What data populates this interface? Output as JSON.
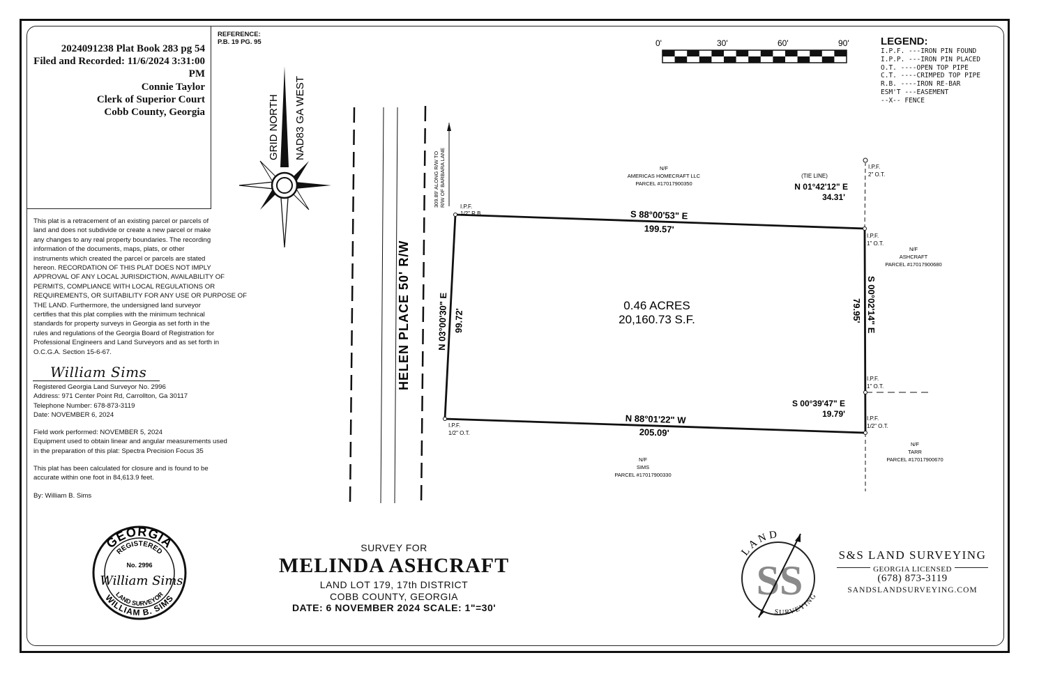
{
  "recording": {
    "line1": "2024091238 Plat Book 283 pg 54",
    "line2": "Filed and Recorded: 11/6/2024 3:31:00",
    "line3": "PM",
    "line4": "Connie Taylor",
    "line5": "Clerk of Superior Court",
    "line6": "Cobb County, Georgia"
  },
  "reference": {
    "label": "REFERENCE:",
    "value": "P.B. 19 PG. 95"
  },
  "north_arrow": {
    "left_label": "GRID NORTH",
    "right_label": "NAD83 GA WEST"
  },
  "scale_bar": {
    "labels": [
      "0'",
      "30'",
      "60'",
      "90'"
    ]
  },
  "legend": {
    "title": "LEGEND:",
    "items": [
      "I.P.F. ---IRON PIN FOUND",
      "I.P.P. ---IRON PIN PLACED",
      "O.T. ----OPEN TOP PIPE",
      "C.T. ----CRIMPED TOP PIPE",
      "R.B. ----IRON RE-BAR",
      "ESM'T ---EASEMENT",
      "--X--     FENCE"
    ]
  },
  "certification": {
    "paragraph": [
      "This plat is a retracement of an existing parcel or parcels of",
      "land and does not subdivide or create a new parcel or make",
      "any changes to any real property boundaries. The recording",
      "information of the documents, maps, plats, or other",
      "instruments which created the parcel or parcels are stated",
      "hereon. RECORDATION OF THIS PLAT DOES NOT IMPLY",
      "APPROVAL OF ANY LOCAL JURISDICTION, AVAILABILITY OF",
      "PERMITS, COMPLIANCE WITH LOCAL REGULATIONS OR",
      "REQUIREMENTS, OR SUITABILITY FOR ANY USE OR PURPOSE OF",
      "THE LAND. Furthermore, the undersigned land surveyor",
      "certifies that this plat complies with the minimum technical",
      "standards for property surveys in Georgia as set forth in the",
      "rules and regulations of the Georgia Board of Registration for",
      "Professional Engineers and Land Surveyors and as set forth in",
      "O.C.G.A. Section 15-6-67."
    ],
    "signature": "William Sims",
    "surveyor_lines": [
      "Registered Georgia Land Surveyor No. 2996",
      "Address: 971 Center Point Rd, Carrollton, Ga 30117",
      "Telephone Number: 678-873-3119",
      "Date: NOVEMBER 6, 2024"
    ],
    "fieldwork_lines": [
      "Field work performed: NOVEMBER 5, 2024",
      "Equipment used to obtain linear and angular measurements used",
      "in the preparation of this plat: Spectra Precision Focus 35"
    ],
    "closure_lines": [
      "This plat has been calculated for closure and is found to be",
      "accurate within one foot in 84,613.9 feet."
    ],
    "by_line": "By:  William B. Sims"
  },
  "road": {
    "name": "HELEN PLACE 50' R/W",
    "along_line1": "309.89' ALONG R/W TO",
    "along_line2": "R/W OF BARBARA LANE"
  },
  "parcel": {
    "acres": "0.46 ACRES",
    "sqft": "20,160.73 S.F.",
    "north_bearing": "S 88°00'53\" E",
    "north_distance": "199.57'",
    "south_bearing": "N 88°01'22\" W",
    "south_distance": "205.09'",
    "west_bearing": "N 03°00'30\" E",
    "west_distance": "99.72'",
    "east_bearing": "S 00°02'14\" E",
    "east_distance": "79.95'",
    "se_bearing": "S 00°39'47\" E",
    "se_distance": "19.79'",
    "tie_label": "(TIE LINE)",
    "tie_bearing": "N 01°42'12\" E",
    "tie_distance": "34.31'"
  },
  "pins": {
    "nw_1": "I.P.F.",
    "nw_2": "1/2\" R.B.",
    "tie_1": "I.P.F.",
    "tie_2": "2\" O.T.",
    "ne_1": "I.P.F.",
    "ne_2": "1\" O.T.",
    "e_1": "I.P.F.",
    "e_2": "1\" O.T.",
    "se_1": "I.P.F.",
    "se_2": "1/2\" O.T.",
    "sw_1": "I.P.F.",
    "sw_2": "1/2\" O.T."
  },
  "neighbors": {
    "north": [
      "N/F",
      "AMERICAS HOMECRAFT LLC",
      "PARCEL #17017900350"
    ],
    "east": [
      "N/F",
      "ASHCRAFT",
      "PARCEL #17017900680"
    ],
    "southeast": [
      "N/F",
      "TARR",
      "PARCEL #17017900670"
    ],
    "south": [
      "N/F",
      "SIMS",
      "PARCEL #17017900330"
    ]
  },
  "seal": {
    "top": "GEORGIA",
    "registered": "REGISTERED",
    "number": "No. 2996",
    "signature": "William Sims",
    "land_surveyor": "LAND SURVEYOR",
    "name": "WILLIAM B. SIMS"
  },
  "title": {
    "survey_for": "SURVEY FOR",
    "client": "MELINDA ASHCRAFT",
    "land_lot": "LAND LOT 179, 17th DISTRICT",
    "county": "COBB COUNTY, GEORGIA",
    "date_scale": "DATE:  6 NOVEMBER 2024   SCALE:  1\"=30'"
  },
  "company": {
    "logo_land": "LAND",
    "logo_ss": "SS",
    "logo_surveying": "SURVEYING",
    "name": "S&S LAND SURVEYING",
    "licensed": "GEORGIA LICENSED",
    "phone": "(678) 873-3119",
    "website": "SANDSLANDSURVEYING.COM"
  }
}
